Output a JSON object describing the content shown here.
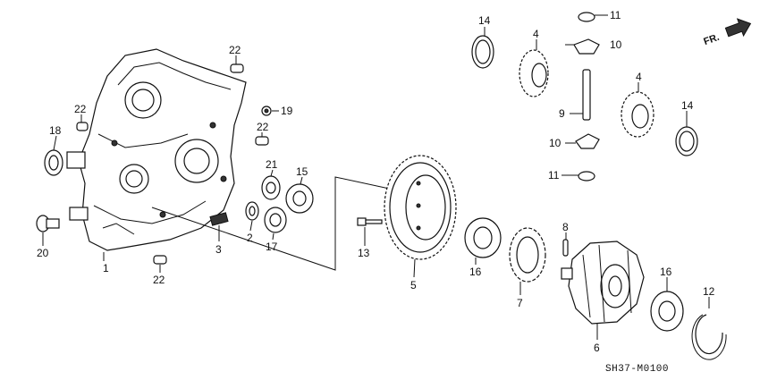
{
  "diagram_code": "SH37-M0100",
  "direction_marker": "FR.",
  "callouts": {
    "c1": "1",
    "c2": "2",
    "c3": "3",
    "c4a": "4",
    "c4b": "4",
    "c5": "5",
    "c6": "6",
    "c7": "7",
    "c8": "8",
    "c9": "9",
    "c10a": "10",
    "c10b": "10",
    "c11a": "11",
    "c11b": "11",
    "c12": "12",
    "c13": "13",
    "c14a": "14",
    "c14b": "14",
    "c15": "15",
    "c16a": "16",
    "c16b": "16",
    "c17": "17",
    "c18": "18",
    "c19": "19",
    "c20": "20",
    "c21": "21",
    "c22a": "22",
    "c22b": "22",
    "c22c": "22",
    "c22d": "22"
  }
}
